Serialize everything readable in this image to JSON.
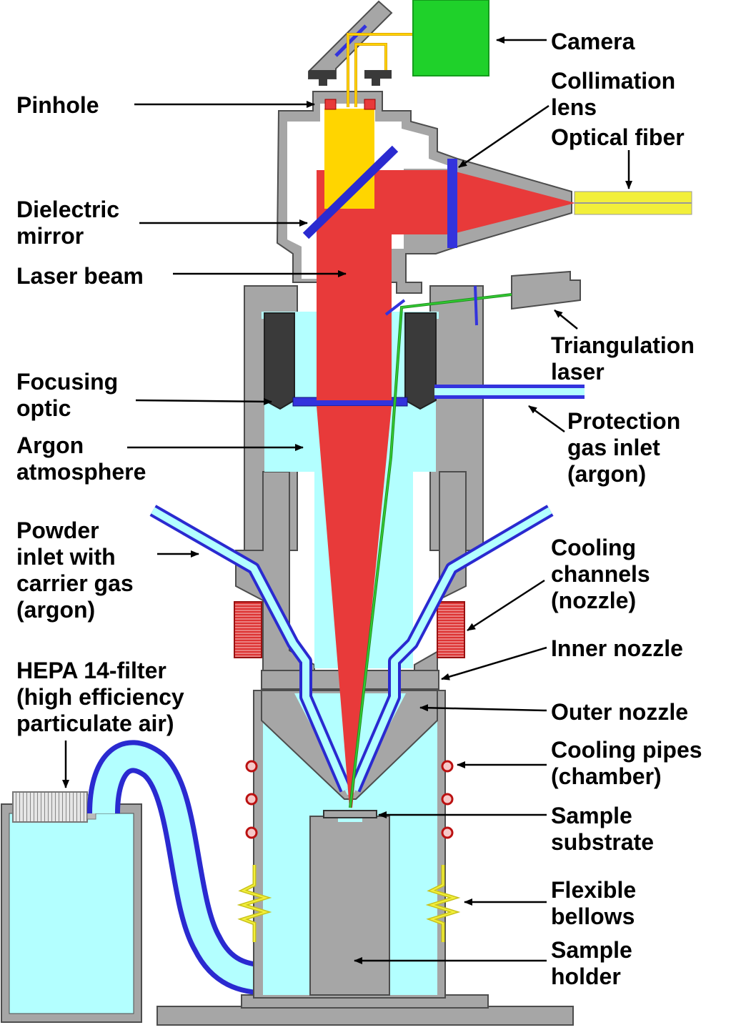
{
  "labels": {
    "camera": [
      "Camera"
    ],
    "collimation_lens": [
      "Collimation",
      "lens"
    ],
    "optical_fiber": [
      "Optical fiber"
    ],
    "pinhole": [
      "Pinhole"
    ],
    "dielectric_mirror": [
      "Dielectric",
      "mirror"
    ],
    "laser_beam": [
      "Laser beam"
    ],
    "triangulation_laser": [
      "Triangulation",
      "laser"
    ],
    "focusing_optic": [
      "Focusing",
      "optic"
    ],
    "argon_atmosphere": [
      "Argon",
      "atmosphere"
    ],
    "protection_gas_inlet": [
      "Protection",
      "gas inlet",
      "(argon)"
    ],
    "powder_inlet": [
      "Powder",
      "inlet with",
      "carrier gas",
      "(argon)"
    ],
    "cooling_channels": [
      "Cooling",
      "channels",
      "(nozzle)"
    ],
    "inner_nozzle": [
      "Inner nozzle"
    ],
    "outer_nozzle": [
      "Outer nozzle"
    ],
    "hepa_filter": [
      "HEPA 14-filter",
      "(high efficiency",
      "particulate air)"
    ],
    "cooling_pipes": [
      "Cooling pipes",
      "(chamber)"
    ],
    "sample_substrate": [
      "Sample",
      "substrate"
    ],
    "flexible_bellows": [
      "Flexible",
      "bellows"
    ],
    "sample_holder": [
      "Sample",
      "holder"
    ]
  },
  "colors": {
    "housing": "#a6a6a6",
    "housing_edge": "#4d4d4d",
    "argon": "#b3ffff",
    "laser": "#e83a3a",
    "optic": "#3333dd",
    "camera": "#1fd12a",
    "camera_path": "#ffd500",
    "fiber": "#f2ef3a",
    "triangulation": "#33cc33",
    "cooling": "#cc2222",
    "focusing_dark": "#3a3a3a"
  }
}
